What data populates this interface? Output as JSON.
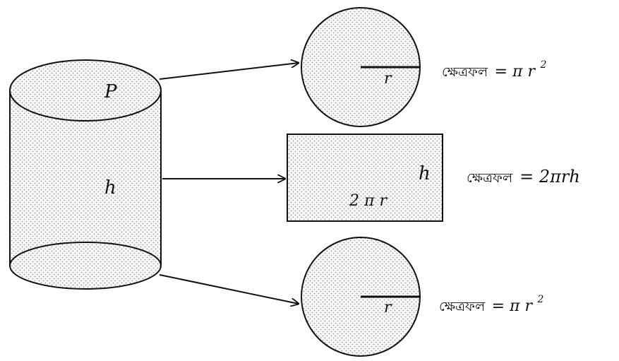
{
  "cylinder": {
    "top_label": "P",
    "height_label": "h"
  },
  "top_circle": {
    "radius_label": "r",
    "area_label": "ক্ষেত্রফল",
    "area_formula": "= π r",
    "area_exponent": "2"
  },
  "side_rectangle": {
    "height_label": "h",
    "width_label": "2 π r",
    "area_label": "ক্ষেত্রফল",
    "area_formula": "= 2πrh"
  },
  "bottom_circle": {
    "radius_label": "r",
    "area_label": "ক্ষেত্রফল",
    "area_formula": "= π r",
    "area_exponent": "2"
  },
  "colors": {
    "stroke": "#111111",
    "dot": "#8a8a8a",
    "fill": "#f7f7f7"
  }
}
